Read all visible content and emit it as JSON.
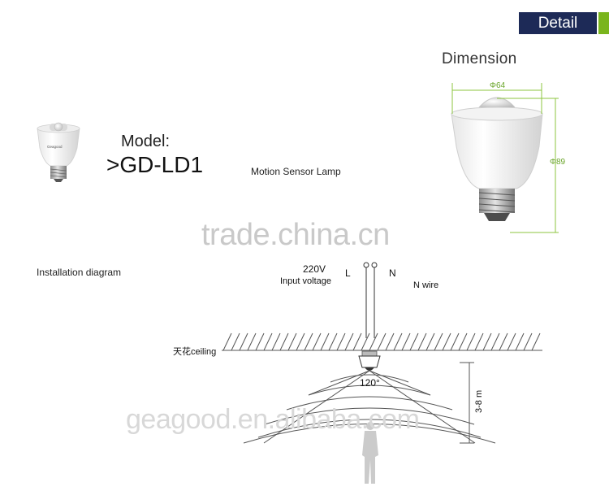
{
  "header": {
    "detail_label": "Detail",
    "accent_color": "#1d2a57",
    "tab_accent": "#7ab51d"
  },
  "dimension": {
    "title": "Dimension",
    "diameter_label": "Φ64",
    "height_label": "Φ89",
    "line_color": "#8cc63f"
  },
  "product": {
    "model_label": "Model:",
    "model_value": ">GD-LD1",
    "name": "Motion Sensor Lamp",
    "bulb_brand": "Geagood"
  },
  "watermarks": {
    "top": "trade.china.cn",
    "bottom": "geagood.en.alibaba.com"
  },
  "installation": {
    "title": "Installation diagram",
    "voltage": "220V",
    "voltage_caption": "Input voltage",
    "live_label": "L",
    "neutral_label": "N",
    "neutral_caption": "N wire",
    "ceiling_label": "天花ceiling",
    "angle_label": "120°",
    "height_range": "3-8 m"
  }
}
